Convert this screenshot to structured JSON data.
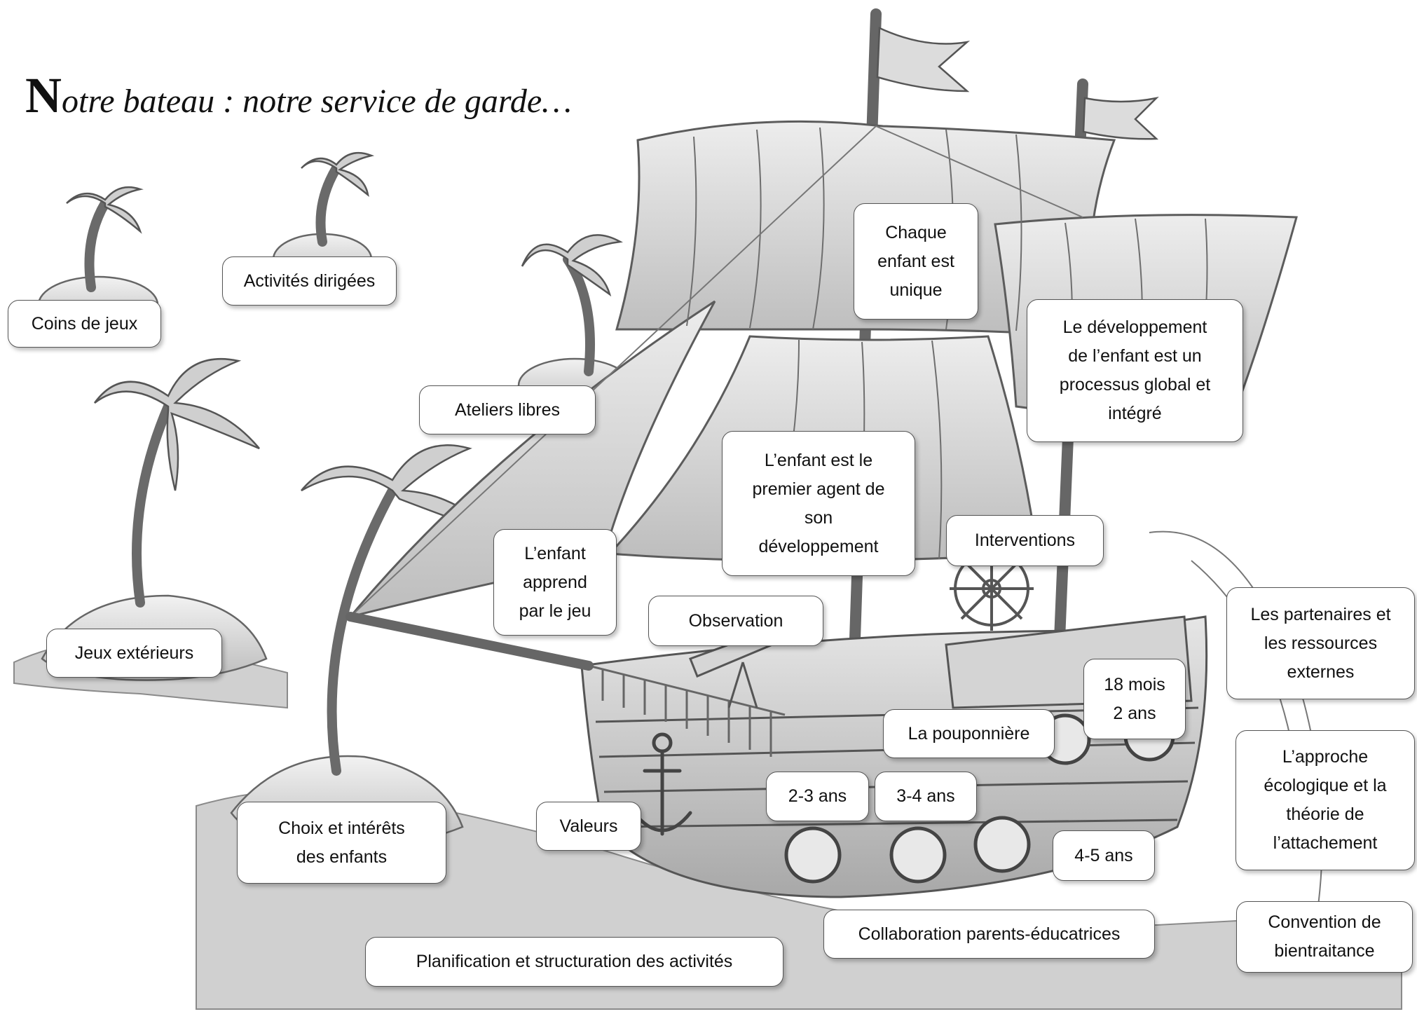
{
  "title": {
    "initial": "N",
    "rest": "otre bateau : notre service de garde…"
  },
  "labels": {
    "coins_de_jeux": "Coins de jeux",
    "activites_dirigees": "Activités dirigées",
    "ateliers_libres": "Ateliers libres",
    "jeux_exterieurs": "Jeux extérieurs",
    "choix_interets": "Choix et intérêts\ndes enfants",
    "enfant_apprend": "L’enfant\napprend\npar le jeu",
    "chaque_enfant": "Chaque\nenfant est\nunique",
    "developpement_global": "Le développement\nde l’enfant est un\nprocessus global et\nintégré",
    "premier_agent": "L’enfant est le\npremier agent de\nson\ndéveloppement",
    "interventions": "Interventions",
    "observation": "Observation",
    "partenaires": "Les partenaires et\nles ressources\nexternes",
    "mois_18": "18 mois\n2 ans",
    "pouponniere": "La pouponnière",
    "ans_2_3": "2-3 ans",
    "ans_3_4": "3-4 ans",
    "ans_4_5": "4-5 ans",
    "valeurs": "Valeurs",
    "approche_ecologique": "L’approche\nécologique et la\nthéorie de\nl’attachement",
    "collaboration": "Collaboration parents-éducatrices",
    "planification": "Planification et structuration des activités",
    "bientraitance": "Convention de\nbientraitance"
  }
}
